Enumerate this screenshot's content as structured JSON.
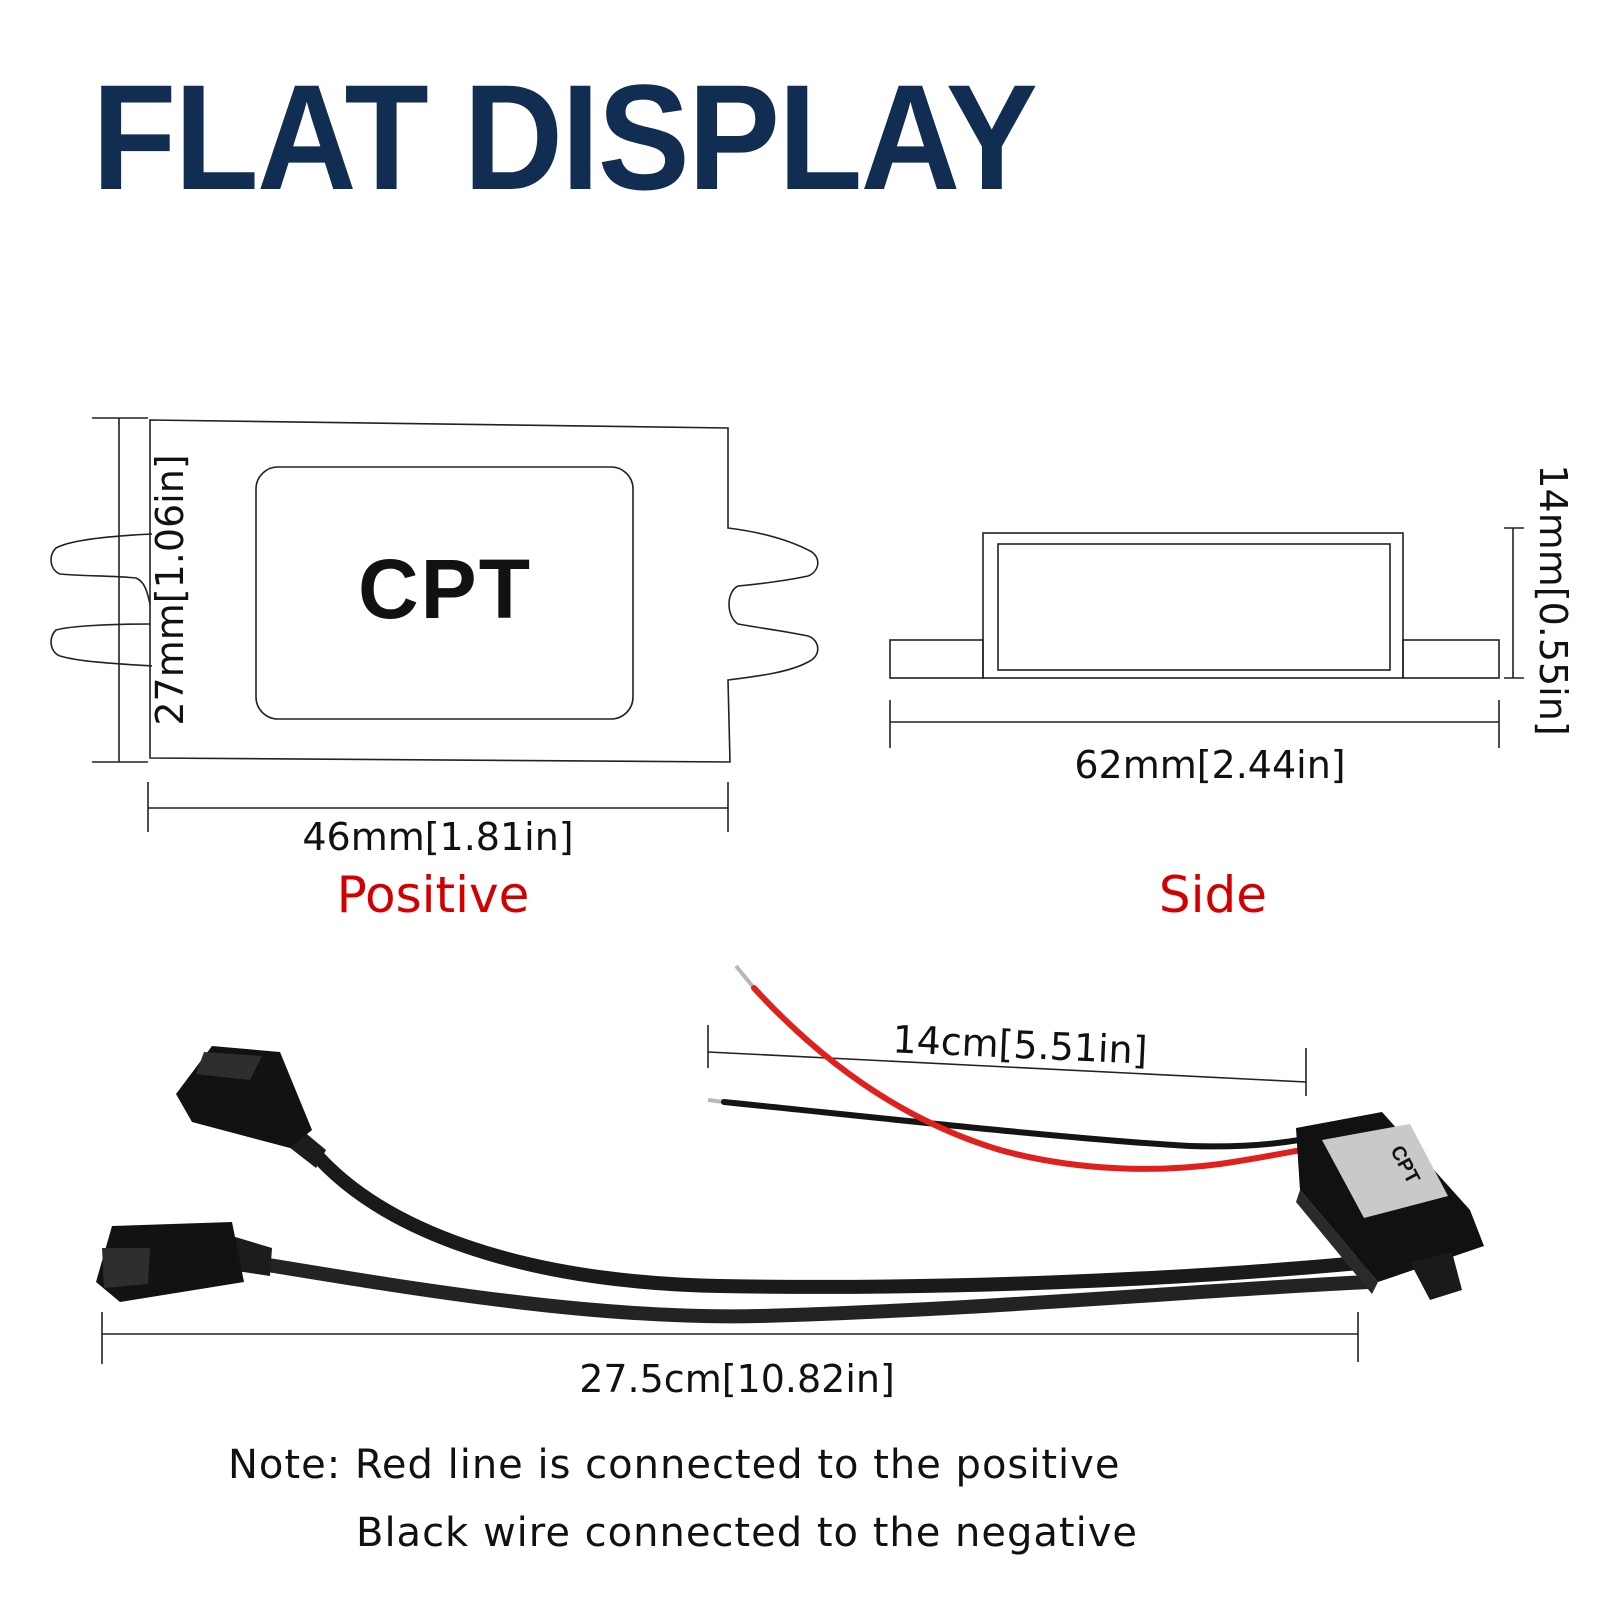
{
  "title": "FLAT DISPLAY",
  "front_view": {
    "logo": "CPT",
    "width_label": "46mm[1.81in]",
    "height_label": "27mm[1.06in]",
    "view_label": "Positive"
  },
  "side_view": {
    "width_label": "62mm[2.44in]",
    "height_label": "14mm[0.55in]",
    "view_label": "Side"
  },
  "cable_photo": {
    "module_logo": "CPT",
    "input_lead_length": "14cm[5.51in]",
    "total_length": "27.5cm[10.82in]"
  },
  "note": {
    "line1": "Note: Red line is connected to the positive",
    "line2": "Black wire connected to the negative"
  },
  "colors": {
    "title": "#122d52",
    "view_label": "#d40000",
    "red_wire": "#e0201c",
    "black_wire": "#141414"
  }
}
